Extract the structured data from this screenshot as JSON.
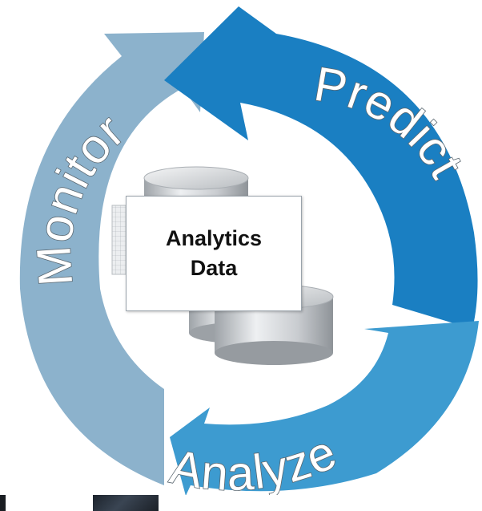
{
  "diagram": {
    "center": {
      "line1": "Analytics",
      "line2": "Data"
    },
    "stages": [
      {
        "key": "predict",
        "label": "Predict",
        "color": "#1a7fc2"
      },
      {
        "key": "analyze",
        "label": "Analyze",
        "color": "#3d9bd0"
      },
      {
        "key": "monitor",
        "label": "Monitor",
        "color": "#8cb2cc"
      }
    ],
    "colors": {
      "database": "#c8cbce",
      "grid_sheet": "#d7dade",
      "label_outline": "#5a6770"
    },
    "icons": {
      "database": "database-icon",
      "server": "server-icon"
    }
  }
}
